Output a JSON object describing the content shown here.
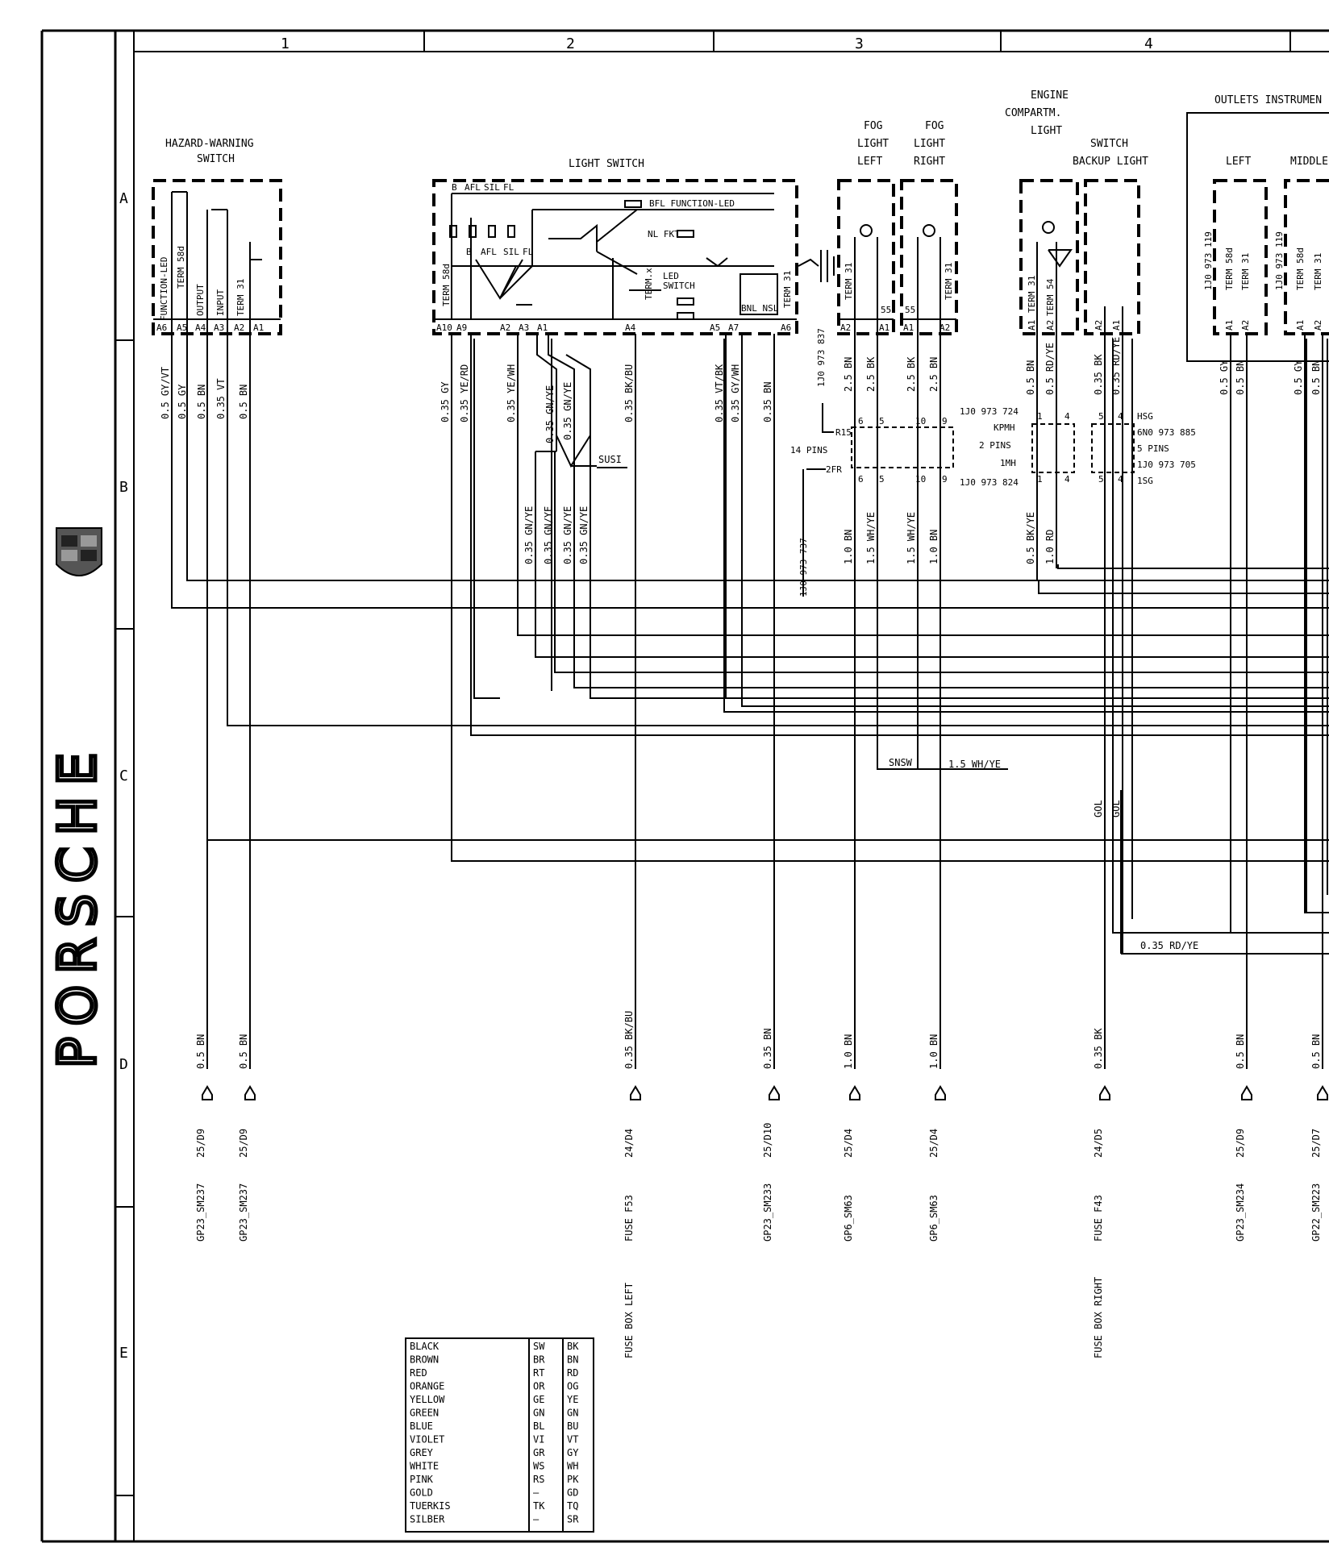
{
  "grid": {
    "columns": [
      "1",
      "2",
      "3",
      "4"
    ],
    "rows": [
      "A",
      "B",
      "C",
      "D",
      "E"
    ]
  },
  "brand": "PORSCHE",
  "components": {
    "hazard": {
      "title1": "HAZARD-WARNING",
      "title2": "SWITCH",
      "pins": [
        "A6",
        "A5",
        "A4",
        "A3",
        "A2",
        "A1"
      ],
      "vlabels": [
        "FUNCTION-LED",
        "TERM 58d",
        "OUTPUT",
        "INPUT",
        "TERM 31"
      ]
    },
    "light": {
      "title": "LIGHT SWITCH",
      "pins": [
        "A10",
        "A9",
        "A2",
        "A3",
        "A1",
        "A4",
        "A5",
        "A7",
        "A6"
      ],
      "tops": [
        "B",
        "AFL",
        "SIL",
        "FL"
      ],
      "mids": [
        "B",
        "AFL",
        "SIL",
        "FL"
      ],
      "bfl": "BFL FUNCTION-LED",
      "nl": "NL FKT",
      "led": "LED",
      "switch": "SWITCH",
      "termx": "TERM.x",
      "term58d": "TERM 58d",
      "term31": "TERM 31",
      "bnl": "BNL NSL"
    },
    "fogLeft": {
      "t1": "FOG",
      "t2": "LIGHT",
      "t3": "LEFT",
      "pins": [
        "A2",
        "A1"
      ],
      "term": "TERM 31",
      "n": "55"
    },
    "fogRight": {
      "t1": "FOG",
      "t2": "LIGHT",
      "t3": "RIGHT",
      "pins": [
        "A1",
        "A2"
      ],
      "term": "TERM 31",
      "n": "55"
    },
    "engine": {
      "t1": "ENGINE",
      "t2": "COMPARTM.",
      "t3": "LIGHT",
      "pins": [
        "A1",
        "A2"
      ],
      "terms": [
        "TERM 31",
        "TERM 54"
      ]
    },
    "backup": {
      "t1": "SWITCH",
      "t2": "BACKUP LIGHT",
      "pins": [
        "A2",
        "A1"
      ]
    },
    "outlets": {
      "title": "OUTLETS INSTRUMEN",
      "left": "LEFT",
      "middle": "MIDDLE",
      "part1": "1J0 973 119",
      "part2": "1J0 973 119",
      "pins": [
        "A1",
        "A2"
      ],
      "terms": [
        "TERM 58d",
        "TERM 31"
      ]
    }
  },
  "connectors": {
    "c14": {
      "top": "1J0 973 837",
      "r15": "R15",
      "pins": "14 PINS",
      "fr": "2FR",
      "bottom": "1J0 973 737",
      "nums": [
        "6",
        "5",
        "10",
        "9"
      ]
    },
    "c2": {
      "top": "1J0 973 724",
      "kpmh": "KPMH",
      "pins": "2 PINS",
      "mh": "1MH",
      "bottom": "1J0 973 824",
      "nums": [
        "1",
        "4"
      ]
    },
    "c5": {
      "hsg": "HSG",
      "part": "6N0 973 885",
      "pins": "5 PINS",
      "part2": "1J0 973 705",
      "sg": "1SG",
      "nums": [
        "5",
        "4"
      ]
    }
  },
  "wires": {
    "hazard": [
      "0.5 GY/VT",
      "0.5 GY",
      "0.5 BN",
      "0.35 VT",
      "0.5 BN"
    ],
    "light": [
      "0.35 GY",
      "0.35 YE/RD",
      "0.35 YE/WH",
      "0.35 GN/YE",
      "0.35 GN/YE",
      "0.35 BK/BU",
      "0.35 VT/BK",
      "0.35 GY/WH",
      "0.35 BN"
    ],
    "lightLower": [
      "0.35 GN/YE",
      "0.35 GN/YE",
      "0.35 GN/YE",
      "0.35 GN/YE"
    ],
    "susi": "SUSI",
    "fogUp": [
      "2.5 BN",
      "2.5 BK",
      "2.5 BK",
      "2.5 BN"
    ],
    "fogDown": [
      "1.0 BN",
      "1.5 WH/YE",
      "1.5 WH/YE",
      "1.0 BN"
    ],
    "engineUp": [
      "0.5 BN",
      "0.5 RD/YE"
    ],
    "backupUp": [
      "0.35 BK",
      "0.35 RD/YE"
    ],
    "engineDown": [
      "0.5 BK/YE",
      "1.0 RD"
    ],
    "outletsUp": [
      "0.5 GY",
      "0.5 BN",
      "0.5 GY",
      "0.5 BN"
    ],
    "snsw": "SNSW",
    "snswWire": "1.5 WH/YE",
    "gol": [
      "GOL",
      "GOL"
    ],
    "rdye": "0.35 RD/YE"
  },
  "terminals": [
    {
      "wire": "0.5 BN",
      "ref": "25/D9",
      "name": "GP23_SM237"
    },
    {
      "wire": "0.5 BN",
      "ref": "25/D9",
      "name": "GP23_SM237"
    },
    {
      "wire": "0.35 BK/BU",
      "ref": "24/D4",
      "name": "FUSE F53",
      "desc": "FUSE BOX LEFT"
    },
    {
      "wire": "0.35 BN",
      "ref": "25/D10",
      "name": "GP23_SM233"
    },
    {
      "wire": "1.0 BN",
      "ref": "25/D4",
      "name": "GP6_SM63"
    },
    {
      "wire": "1.0 BN",
      "ref": "25/D4",
      "name": "GP6_SM63"
    },
    {
      "wire": "0.35 BK",
      "ref": "24/D5",
      "name": "FUSE F43",
      "desc": "FUSE BOX RIGHT"
    },
    {
      "wire": "0.5 BN",
      "ref": "25/D9",
      "name": "GP23_SM234"
    },
    {
      "wire": "0.5 BN",
      "ref": "25/D7",
      "name": "GP22_SM223"
    }
  ],
  "legend": [
    [
      "BLACK",
      "SW",
      "BK"
    ],
    [
      "BROWN",
      "BR",
      "BN"
    ],
    [
      "RED",
      "RT",
      "RD"
    ],
    [
      "ORANGE",
      "OR",
      "OG"
    ],
    [
      "YELLOW",
      "GE",
      "YE"
    ],
    [
      "GREEN",
      "GN",
      "GN"
    ],
    [
      "BLUE",
      "BL",
      "BU"
    ],
    [
      "VIOLET",
      "VI",
      "VT"
    ],
    [
      "GREY",
      "GR",
      "GY"
    ],
    [
      "WHITE",
      "WS",
      "WH"
    ],
    [
      "PINK",
      "RS",
      "PK"
    ],
    [
      "GOLD",
      "—",
      "GD"
    ],
    [
      "TUERKIS",
      "TK",
      "TQ"
    ],
    [
      "SILBER",
      "—",
      "SR"
    ]
  ]
}
